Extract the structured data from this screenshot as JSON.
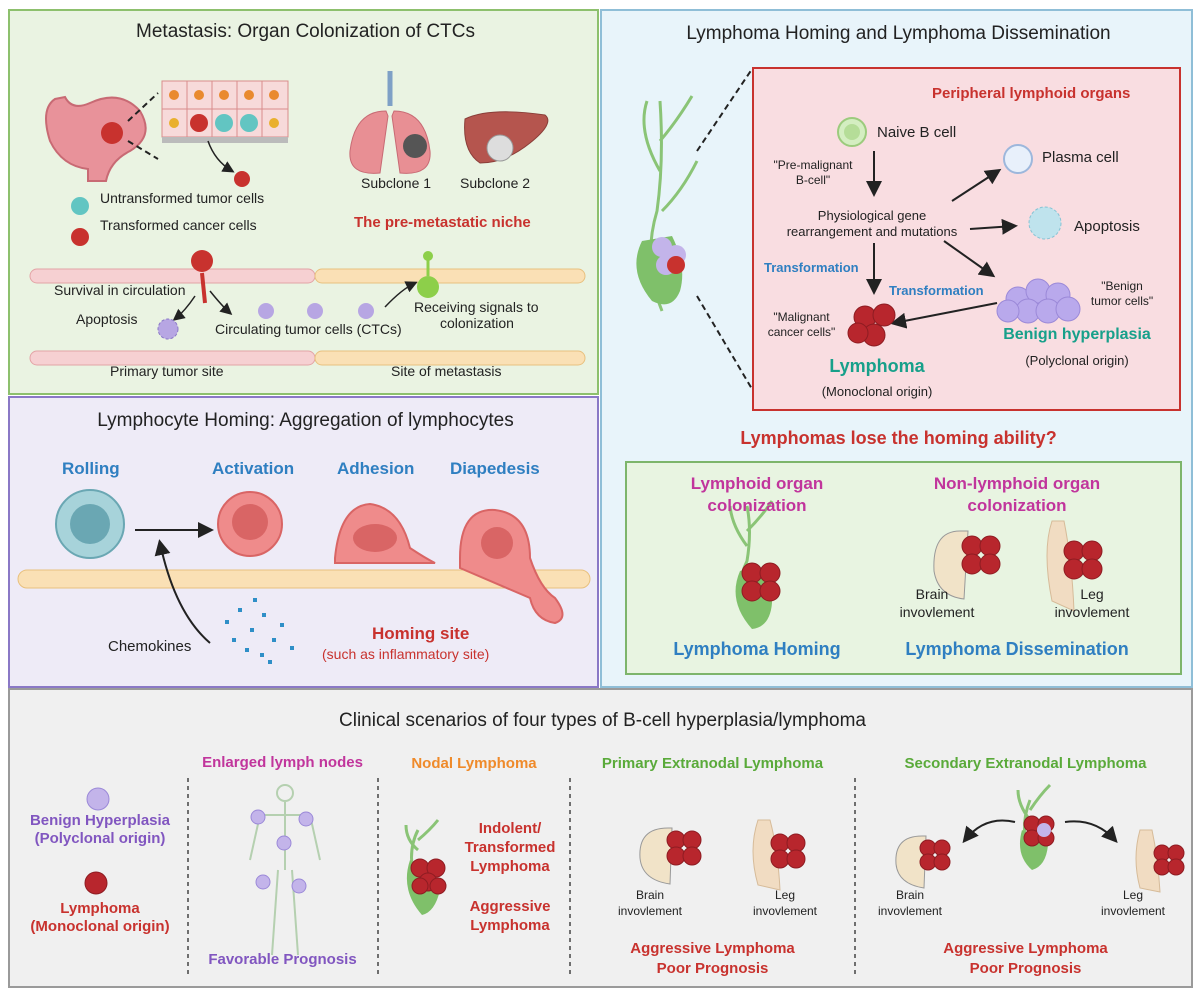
{
  "metastasis": {
    "title": "Metastasis: Organ Colonization of CTCs",
    "legend_untransformed": "Untransformed tumor cells",
    "legend_transformed": "Transformed cancer cells",
    "subclone1": "Subclone 1",
    "subclone2": "Subclone 2",
    "niche": "The pre-metastatic niche",
    "survival": "Survival in circulation",
    "apoptosis": "Apoptosis",
    "ctc": "Circulating tumor cells (CTCs)",
    "receiving": "Receiving signals to",
    "colonization": "colonization",
    "primary_site": "Primary tumor site",
    "metastasis_site": "Site of metastasis"
  },
  "homing_lymph": {
    "title": "Lymphocyte Homing: Aggregation of lymphocytes",
    "rolling": "Rolling",
    "activation": "Activation",
    "adhesion": "Adhesion",
    "diapedesis": "Diapedesis",
    "chemokines": "Chemokines",
    "homing_site": "Homing site",
    "homing_site_sub": "(such as inflammatory site)"
  },
  "lymphoma": {
    "title": "Lymphoma Homing and Lymphoma Dissemination",
    "peripheral": "Peripheral lymphoid organs",
    "naive": "Naive B cell",
    "premalig_1": "\"Pre-malignant",
    "premalig_2": "B-cell\"",
    "plasma": "Plasma cell",
    "physio_1": "Physiological gene",
    "physio_2": "rearrangement and mutations",
    "apoptosis": "Apoptosis",
    "transformation_1": "Transformation",
    "transformation_2": "Transformation",
    "benign_cells_1": "\"Benign",
    "benign_cells_2": "tumor cells\"",
    "malig_1": "\"Malignant",
    "malig_2": "cancer cells\"",
    "benign_hyper": "Benign hyperplasia",
    "polyclonal": "(Polyclonal origin)",
    "lymphoma": "Lymphoma",
    "monoclonal": "(Monoclonal origin)",
    "question": "Lymphomas lose the homing ability?",
    "lymphoid_col_1": "Lymphoid organ",
    "lymphoid_col_2": "colonization",
    "nonlymphoid_col_1": "Non-lymphoid organ",
    "nonlymphoid_col_2": "colonization",
    "brain_1": "Brain",
    "brain_2": "invovlement",
    "leg_1": "Leg",
    "leg_2": "invovlement",
    "homing": "Lymphoma Homing",
    "dissemination": "Lymphoma Dissemination"
  },
  "clinical": {
    "title": "Clinical scenarios of four types of B-cell hyperplasia/lymphoma",
    "benign_1": "Benign Hyperplasia",
    "benign_2": "(Polyclonal origin)",
    "lym_1": "Lymphoma",
    "lym_2": "(Monoclonal origin)",
    "enlarged": "Enlarged lymph nodes",
    "favorable": "Favorable Prognosis",
    "nodal": "Nodal Lymphoma",
    "indolent_1": "Indolent/",
    "indolent_2": "Transformed",
    "indolent_3": "Lymphoma",
    "aggressive_1": "Aggressive",
    "aggressive_2": "Lymphoma",
    "primary": "Primary  Extranodal Lymphoma",
    "secondary": "Secondary Extranodal Lymphoma",
    "brain_1": "Brain",
    "brain_2": "invovlement",
    "leg_1": "Leg",
    "leg_2": "invovlement",
    "brain_3": "Brain",
    "brain_4": "invovlement",
    "leg_3": "Leg",
    "leg_4": "invovlement",
    "aggr_poor_1": "Aggressive Lymphoma",
    "aggr_poor_2": "Poor Prognosis",
    "aggr_poor_3": "Aggressive Lymphoma",
    "aggr_poor_4": "Poor Prognosis"
  }
}
